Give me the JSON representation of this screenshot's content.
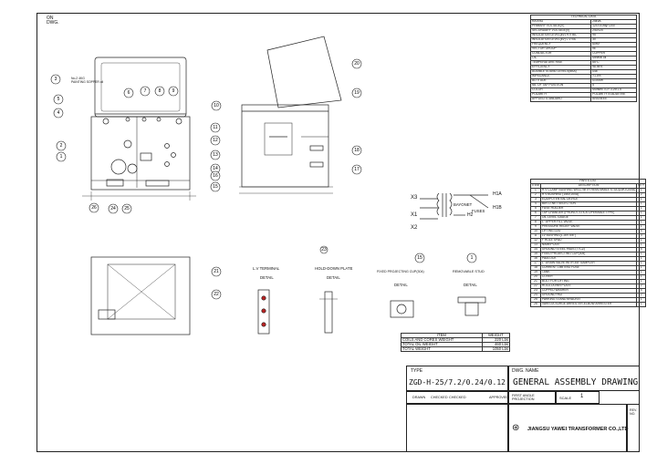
{
  "corner_label": [
    "ON",
    "DWG."
  ],
  "technical": {
    "title": "TECHNICAL DATA",
    "rows": [
      [
        "RATING",
        "25kVA"
      ],
      [
        "PRIMARY VOLTAGE(V)",
        "12470Grdy/7200"
      ],
      [
        "SECONDARY VOLTAGE(V)",
        "240/120"
      ],
      [
        "INSULATION LEVEL(kV) H.V BIL",
        "95"
      ],
      [
        "INSULATION LEVEL(kV) L.V BIL",
        "30"
      ],
      [
        "FREQUENCY",
        "60Hz"
      ],
      [
        "VECTOR GROUP",
        "Ii6"
      ],
      [
        "CONDUCTOR",
        "COPPER"
      ],
      [
        "OIL",
        "Mineral oil"
      ],
      [
        "TEMPERATURE RISE",
        "65°C"
      ],
      [
        "EFFICIENCY",
        "98.95%"
      ],
      [
        "AUDIBLE SOUND LEVELS(dBA)",
        "≤48"
      ],
      [
        "IMPEDANCE",
        ">1.0%"
      ],
      [
        "ALTITUDE",
        "≤1000m"
      ],
      [
        "No. OF TAP POSITION",
        "5"
      ],
      [
        "COLOR",
        "Munsell 7GY 3.29/1.5"
      ],
      [
        "POLARITY",
        "POLARITY IS ADDITIVE"
      ],
      [
        "APPLIED STANDARD",
        "ANSI/IEEE"
      ]
    ]
  },
  "parts": {
    "title": "PARTS LIST",
    "headers": [
      "ITEM",
      "DESCRIPTION",
      "QTY"
    ],
    "rows": [
      [
        "1",
        "H.V CLAMP BUSHING WELL WITH REMOVABLE STUD(15KV,200A)",
        "1"
      ],
      [
        "2",
        "H.V BUSHING (15kV,200A)",
        "2"
      ],
      [
        "3",
        "EQUIPOTENTIAL DEVICE",
        "1"
      ],
      [
        "4",
        "BAY-O-NET SELECTION",
        "1"
      ],
      [
        "5",
        "FUSE HOLDER",
        "1"
      ],
      [
        "6",
        "TAP CHANGER (PHONOT-STICK OPERABLE TYPE)",
        "1"
      ],
      [
        "7",
        "OIL LEVEL GAUGE",
        "1"
      ],
      [
        "8",
        "1\" UPPER FILL VALVE",
        "1"
      ],
      [
        "9",
        "PRESSURE RELIEF VALVE",
        "1"
      ],
      [
        "10",
        "LIFTING LUG",
        "4"
      ],
      [
        "11",
        "LV BUSHING(1.2kV 5/8\")",
        "3"
      ],
      [
        "12",
        "F HOLE SPAD",
        "1"
      ],
      [
        "13",
        "NAMEPLATE",
        "1"
      ],
      [
        "14",
        "GROUND STEEL PADS (TTCZ)",
        "4"
      ],
      [
        "15",
        "FIXED PROJECTING CUP(304)",
        "1"
      ],
      [
        "16",
        "PADLOCK",
        "1"
      ],
      [
        "17",
        "1\" DRAIN VALVE WITH 3/8\" SAMPLER",
        "1"
      ],
      [
        "18",
        "CURRENT LIMITING FUSE",
        "1"
      ],
      [
        "19",
        "TANK",
        "1"
      ],
      [
        "20",
        "COVER",
        "1"
      ],
      [
        "21",
        "BOLT FOR LIFTING",
        "1"
      ],
      [
        "22",
        "HOLD-DOWN PLATE",
        "2"
      ],
      [
        "23",
        "CUPPED WASHER",
        "4"
      ],
      [
        "24",
        "GROUND PAD",
        "2"
      ],
      [
        "25",
        "PARKING STAND BRACKET",
        "1"
      ],
      [
        "26",
        "VARISTA SURGE ARRESTER-ELBOW ARRESTER",
        "1"
      ]
    ]
  },
  "weights": {
    "headers": [
      "ITEM",
      "WEIGHT"
    ],
    "rows": [
      [
        "COILS AND CORES WEIGHT",
        "220 Lbs"
      ],
      [
        "TOTAL OIL WEIGHT",
        "460 Lbs"
      ],
      [
        "TOTAL WEIGHT",
        "1050 Lbs"
      ]
    ]
  },
  "title_block": {
    "type_label": "TYPE",
    "type_value": "ZGD-H-25/7.2/0.24/0.12",
    "dwg_name_label": "DWG. NAME",
    "dwg_name": "GENERAL ASSEMBLY DRAWING",
    "drawn": "DRAWN",
    "checked1": "CHECKED",
    "checked2": "CHECKED",
    "approved": "APPROVED",
    "first_angle": "FIRST ANGLE PROJECTION",
    "scale_label": "SCALE",
    "scale_value": "1",
    "company": "JIANGSU YAWEI TRANSFORMER CO.,LTD",
    "rev_label": "REV. NO."
  },
  "detail_labels": {
    "lv_terminal": "L.V TERMINAL",
    "lv_detail": "DETAIL",
    "hold_down": "HOLD-DOWN PLATE",
    "hold_detail": "DETAIL",
    "fixed_cup": "FIXED PROJECTING CUP(304)",
    "fixed_detail": "DETAIL",
    "removable_stud": "REMOVABLE STUD",
    "stud_detail": "DETAIL"
  },
  "schematic": {
    "x3": "X3",
    "x1": "X1",
    "x2": "X2",
    "h1a": "H1A",
    "h1b": "H1B",
    "h2": "H2",
    "bayonet": "BAYONET",
    "fuses": "FUSES"
  },
  "balloons": [
    "1",
    "2",
    "3",
    "4",
    "5",
    "6",
    "7",
    "8",
    "9",
    "10",
    "11",
    "12",
    "13",
    "14",
    "15",
    "16",
    "17",
    "18",
    "19",
    "20",
    "21",
    "22",
    "23",
    "24",
    "25",
    "26"
  ],
  "callout": "No.2 4KG\nPAINTING SOPPER oil"
}
